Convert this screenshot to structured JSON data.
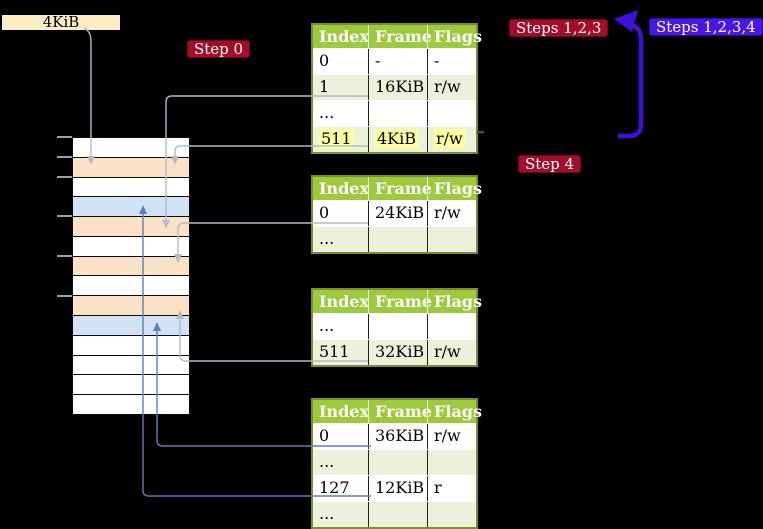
{
  "colors": {
    "background": "#000000",
    "badge_red": "#a30d2a",
    "badge_blue": "#4a16e8",
    "arrow_thick_blue": "#3f10d9",
    "arrow_gray": "#b3bac6",
    "arrow_steel_blue": "#5d7fbc",
    "table_header_green": "#9cca3c",
    "table_border_olive": "#7d8e26",
    "cell_divider_dark": "#1f1f1f",
    "row_white": "#ffffff",
    "row_pale_green": "#ebf1da",
    "highlight_yellow": "#ffff9e",
    "frame_label_bg": "#fbecc3",
    "mem_page_table": "#fbe2c7",
    "mem_mapped_page": "#d2e2f5",
    "mem_free": "#ffffff",
    "tick_gray": "#9aa2ab"
  },
  "labels": {
    "step0": "Step 0",
    "steps123": "Steps 1,2,3",
    "steps1234": "Steps 1,2,3,4",
    "step4": "Step 4"
  },
  "memory": {
    "frame_label": "4KiB",
    "rows": [
      "free",
      "page_table",
      "free",
      "mapped_page",
      "page_table",
      "free",
      "page_table",
      "free",
      "page_table",
      "mapped_page",
      "free",
      "free",
      "free",
      "free"
    ]
  },
  "tables": [
    {
      "columns": [
        "Index",
        "Frame",
        "Flags"
      ],
      "rows": [
        {
          "cells": [
            "0",
            "-",
            "-"
          ],
          "highlight": false
        },
        {
          "cells": [
            "1",
            "16KiB",
            "r/w"
          ],
          "highlight": false
        },
        {
          "cells": [
            "...",
            "",
            ""
          ],
          "highlight": false
        },
        {
          "cells": [
            "511",
            "4KiB",
            "r/w"
          ],
          "highlight": true
        }
      ]
    },
    {
      "columns": [
        "Index",
        "Frame",
        "Flags"
      ],
      "rows": [
        {
          "cells": [
            "0",
            "24KiB",
            "r/w"
          ],
          "highlight": false
        },
        {
          "cells": [
            "...",
            "",
            ""
          ],
          "highlight": false
        }
      ]
    },
    {
      "columns": [
        "Index",
        "Frame",
        "Flags"
      ],
      "rows": [
        {
          "cells": [
            "...",
            "",
            ""
          ],
          "highlight": false
        },
        {
          "cells": [
            "511",
            "32KiB",
            "r/w"
          ],
          "highlight": false
        }
      ]
    },
    {
      "columns": [
        "Index",
        "Frame",
        "Flags"
      ],
      "rows": [
        {
          "cells": [
            "0",
            "36KiB",
            "r/w"
          ],
          "highlight": false
        },
        {
          "cells": [
            "...",
            "",
            ""
          ],
          "highlight": false
        },
        {
          "cells": [
            "127",
            "12KiB",
            "r"
          ],
          "highlight": false
        },
        {
          "cells": [
            "...",
            "",
            ""
          ],
          "highlight": false
        }
      ]
    }
  ]
}
